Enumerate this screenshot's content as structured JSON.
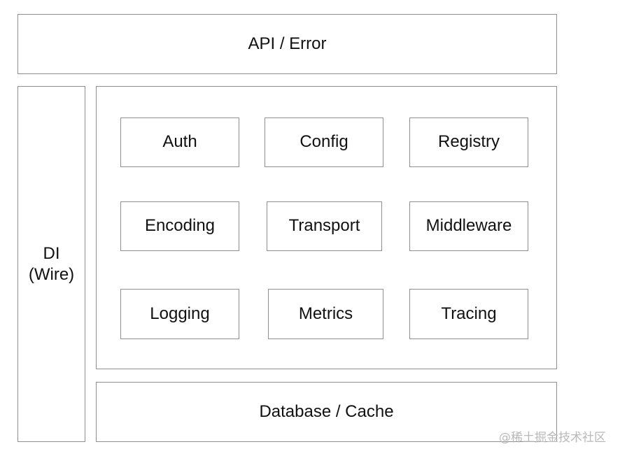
{
  "diagram": {
    "top": "API / Error",
    "side": {
      "line1": "DI",
      "line2": "(Wire)"
    },
    "modules": [
      "Auth",
      "Config",
      "Registry",
      "Encoding",
      "Transport",
      "Middleware",
      "Logging",
      "Metrics",
      "Tracing"
    ],
    "bottom": "Database / Cache"
  },
  "watermark": "@稀土掘金技术社区",
  "colors": {
    "border": "#8f8f8f",
    "text": "#111111",
    "watermark": "#b9b9b9"
  }
}
